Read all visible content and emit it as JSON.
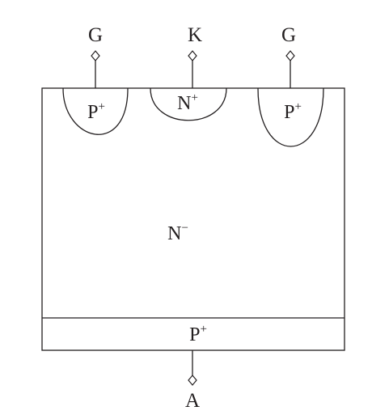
{
  "terminals": {
    "gate_left": "G",
    "cathode": "K",
    "gate_right": "G",
    "anode": "A"
  },
  "regions": {
    "p_left": {
      "base": "P",
      "sup": "+"
    },
    "n_cathode": {
      "base": "N",
      "sup": "+"
    },
    "p_right": {
      "base": "P",
      "sup": "+"
    },
    "n_drift": {
      "base": "N",
      "sup": "−"
    },
    "p_anode": {
      "base": "P",
      "sup": "+"
    }
  },
  "colors": {
    "stroke": "#231f20",
    "background": "#ffffff"
  }
}
